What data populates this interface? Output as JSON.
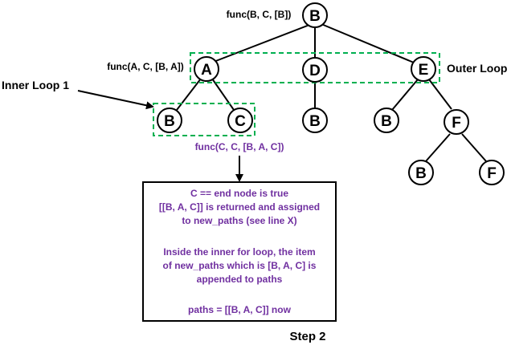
{
  "nodes": {
    "root": "B",
    "a": "A",
    "d": "D",
    "e": "E",
    "a_b": "B",
    "a_c": "C",
    "d_b": "B",
    "e_b": "B",
    "e_f": "F",
    "f_b": "B",
    "f_f": "F"
  },
  "labels": {
    "func_root": "func(B, C, [B])",
    "func_a": "func(A, C, [B, A])",
    "func_c": "func(C, C, [B, A, C])",
    "inner_loop": "Inner Loop 1",
    "outer_loop": "Outer Loop",
    "step": "Step 2"
  },
  "explanation_box": {
    "lines": [
      "C == end node is true",
      "[[B, A, C]] is returned and assigned",
      "to new_paths (see line X)",
      "",
      "Inside the inner for loop, the item",
      "of new_paths which is [B, A, C] is",
      "appended to paths",
      "",
      "paths = [[B, A, C]] now"
    ]
  },
  "colors": {
    "loop_highlight": "#00b050",
    "explanation_text": "#7030a0",
    "lines": "#000000"
  }
}
